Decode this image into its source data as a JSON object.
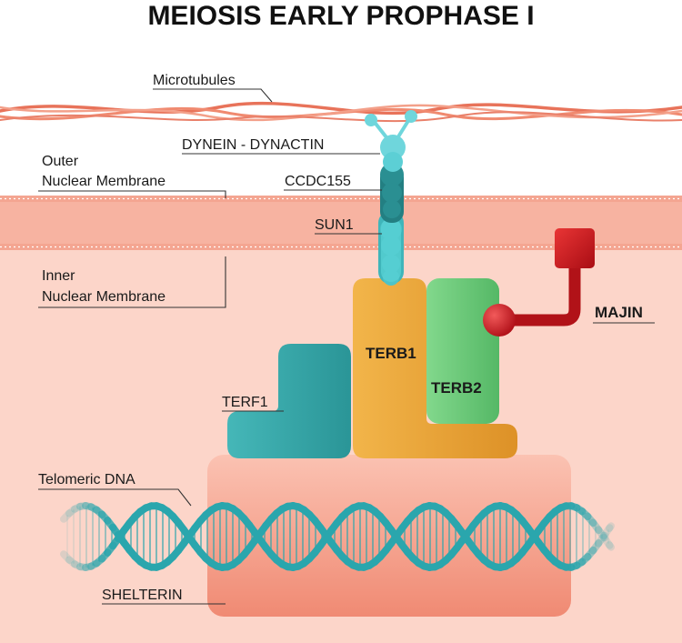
{
  "title": "MEIOSIS EARLY PROPHASE I",
  "labels": {
    "microtubules": "Microtubules",
    "dynein_dynactin": "DYNEIN - DYNACTIN",
    "outer_membrane_line1": "Outer",
    "outer_membrane_line2": "Nuclear Membrane",
    "ccdc155": "CCDC155",
    "sun1": "SUN1",
    "inner_membrane_line1": "Inner",
    "inner_membrane_line2": "Nuclear Membrane",
    "majin": "MAJIN",
    "terb1": "TERB1",
    "terb2": "TERB2",
    "terf1": "TERF1",
    "telomeric_dna": "Telomeric DNA",
    "shelterin": "SHELTERIN"
  },
  "colors": {
    "background_nucleus": "#fcd5c9",
    "membrane_band": "#f7b3a1",
    "microtubule": "#e8735a",
    "dynein": "#6fd6dc",
    "ccdc155": "#2a8f92",
    "sun1": "#4cc4c8",
    "terb1": "#e8a02f",
    "terb2": "#6cc97a",
    "terf1": "#34a6a8",
    "majin": "#c8161d",
    "shelterin": "#f39a85",
    "dna": "#2aa6ad"
  }
}
